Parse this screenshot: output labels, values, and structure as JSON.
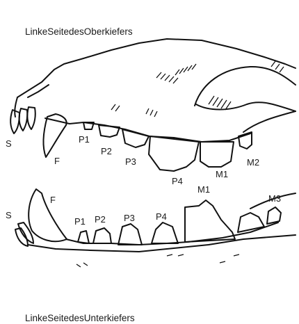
{
  "diagram": {
    "title_upper": "LinkeSeitedesOberkiefers",
    "title_lower": "LinkeSeitedesUnterkiefers",
    "upper_labels": {
      "s": "S",
      "f": "F",
      "p1": "P1",
      "p2": "P2",
      "p3": "P3",
      "p4": "P4",
      "m1": "M1",
      "m2": "M2"
    },
    "lower_labels": {
      "s": "S",
      "f": "F",
      "p1": "P1",
      "p2": "P2",
      "p3": "P3",
      "p4": "P4",
      "m1": "M1",
      "m3": "M3"
    }
  }
}
